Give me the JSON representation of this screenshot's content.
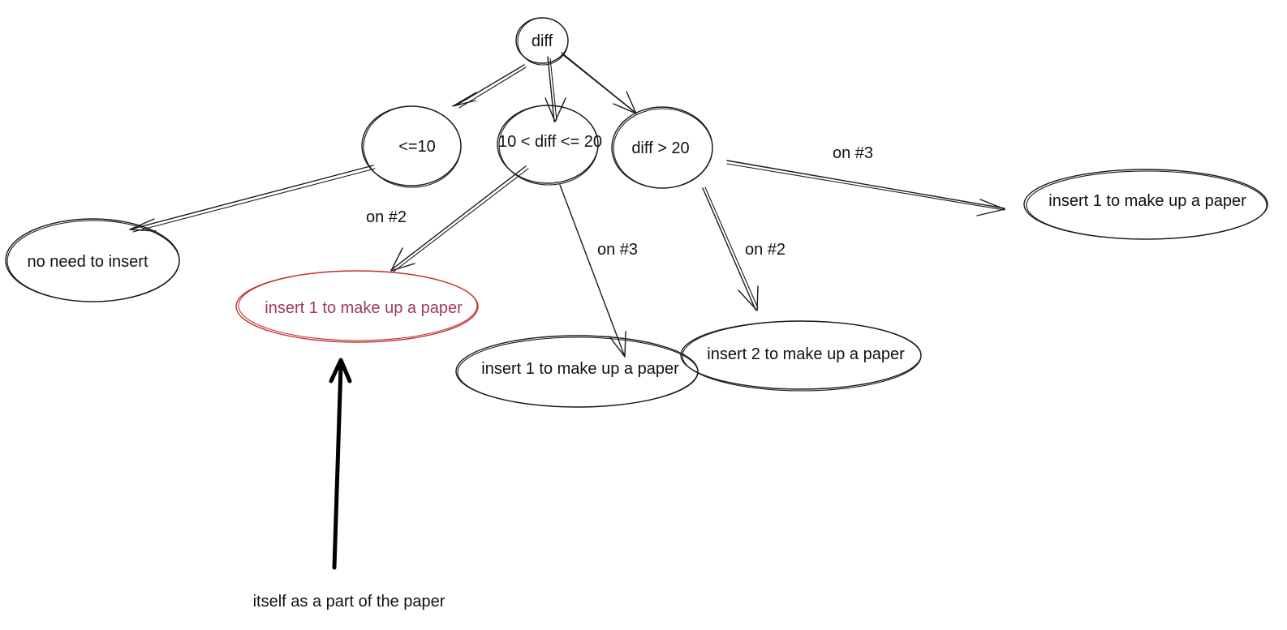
{
  "nodes": {
    "root": "diff",
    "branch_low": "<=10",
    "branch_mid": "10 < diff <= 20",
    "branch_high": "diff > 20",
    "leaf_no_insert": "no need to insert",
    "leaf_mid_highlight": "insert 1 to make up a paper",
    "leaf_mid_3": "insert 1 to make up a paper",
    "leaf_high_2": "insert 2 to make up a paper",
    "leaf_high_3": "insert 1 to make up a paper"
  },
  "edges": {
    "mid_on_2": "on #2",
    "mid_on_3": "on #3",
    "high_on_2": "on #2",
    "high_on_3": "on #3"
  },
  "annotation": {
    "text": "itself as a part of the paper"
  },
  "colors": {
    "stroke": "#1a1a1a",
    "highlight_stroke": "#c0302e",
    "highlight_text": "#a13a5a",
    "background": "#ffffff"
  }
}
